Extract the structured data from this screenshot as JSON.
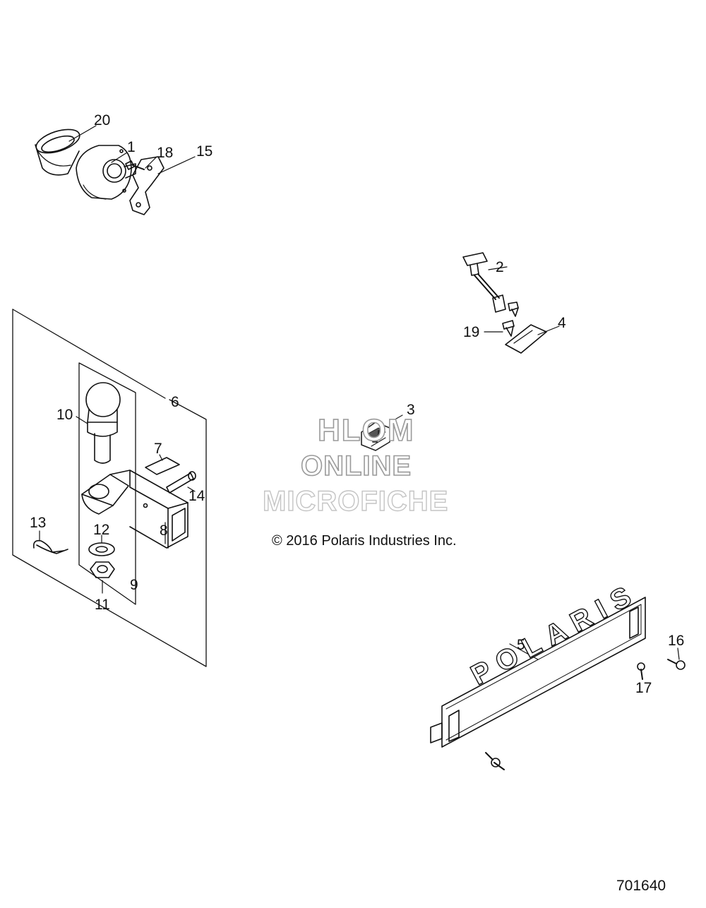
{
  "watermark": {
    "line1": "HLOM",
    "line2": "ONLINE",
    "line3": "MICROFICHE"
  },
  "copyright": "© 2016 Polaris Industries Inc.",
  "diagram_number": "701640",
  "plate_text": "POLARIS",
  "callouts": [
    {
      "id": "20",
      "label": "20"
    },
    {
      "id": "1",
      "label": "1"
    },
    {
      "id": "18",
      "label": "18"
    },
    {
      "id": "15",
      "label": "15"
    },
    {
      "id": "2",
      "label": "2"
    },
    {
      "id": "19",
      "label": "19"
    },
    {
      "id": "4",
      "label": "4"
    },
    {
      "id": "6",
      "label": "6"
    },
    {
      "id": "10",
      "label": "10"
    },
    {
      "id": "7",
      "label": "7"
    },
    {
      "id": "14",
      "label": "14"
    },
    {
      "id": "3",
      "label": "3"
    },
    {
      "id": "13",
      "label": "13"
    },
    {
      "id": "12",
      "label": "12"
    },
    {
      "id": "8",
      "label": "8"
    },
    {
      "id": "9",
      "label": "9"
    },
    {
      "id": "11",
      "label": "11"
    },
    {
      "id": "5",
      "label": "5"
    },
    {
      "id": "16",
      "label": "16"
    },
    {
      "id": "17",
      "label": "17"
    }
  ]
}
